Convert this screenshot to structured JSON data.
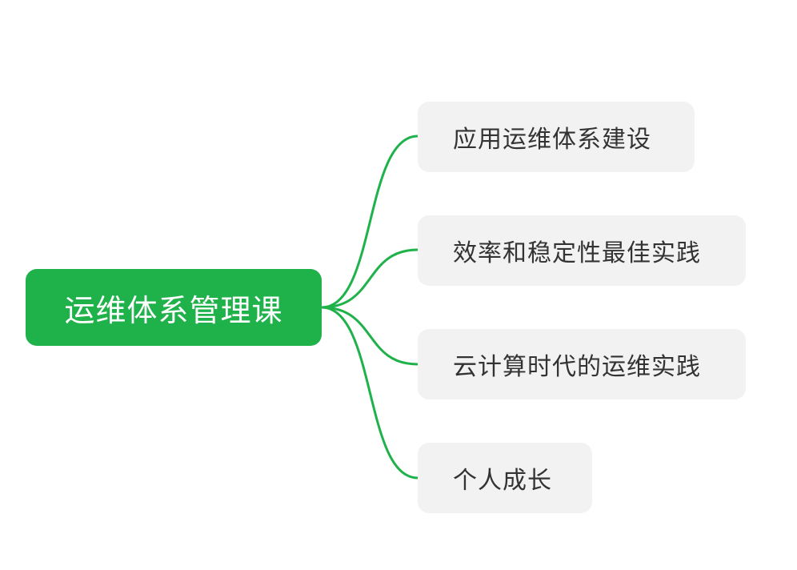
{
  "mindmap": {
    "root": {
      "label": "运维体系管理课"
    },
    "children": [
      {
        "label": "应用运维体系建设"
      },
      {
        "label": "效率和稳定性最佳实践"
      },
      {
        "label": "云计算时代的运维实践"
      },
      {
        "label": "个人成长"
      }
    ]
  },
  "colors": {
    "root_fill": "#1fb14a",
    "root_text": "#ffffff",
    "connector": "#1fb14a",
    "child_fill": "#f2f2f2",
    "child_text": "#333333",
    "background": "#ffffff"
  }
}
